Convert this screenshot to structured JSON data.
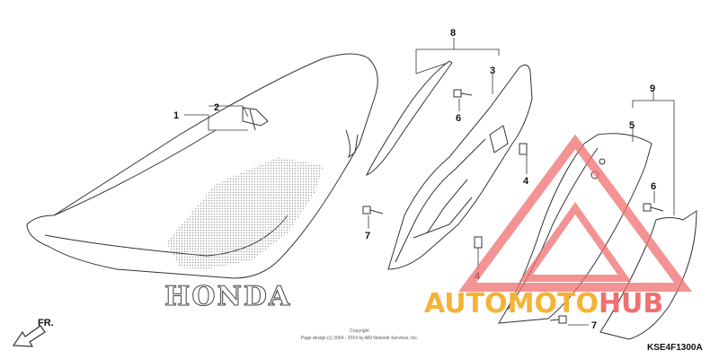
{
  "callouts": {
    "c1": "1",
    "c2": "2",
    "c3": "3",
    "c4a": "4",
    "c4b": "4",
    "c5": "5",
    "c6a": "6",
    "c6b": "6",
    "c7a": "7",
    "c7b": "7",
    "c8": "8",
    "c9": "9"
  },
  "brand_text": "HONDA",
  "front_label": "FR.",
  "copyright_line1": "Copyright",
  "copyright_line2": "Page design (c) 2004 - 2014 by ARI Network Services, Inc.",
  "diagram_code": "KSE4F1300A",
  "watermark": {
    "part1": "AUTO",
    "part2": "MOTO",
    "part3": "HUB",
    "color_primary": "#f5b335",
    "color_secondary": "#f07070"
  },
  "colors": {
    "line": "#333333",
    "dots": "#9a9a9a"
  }
}
